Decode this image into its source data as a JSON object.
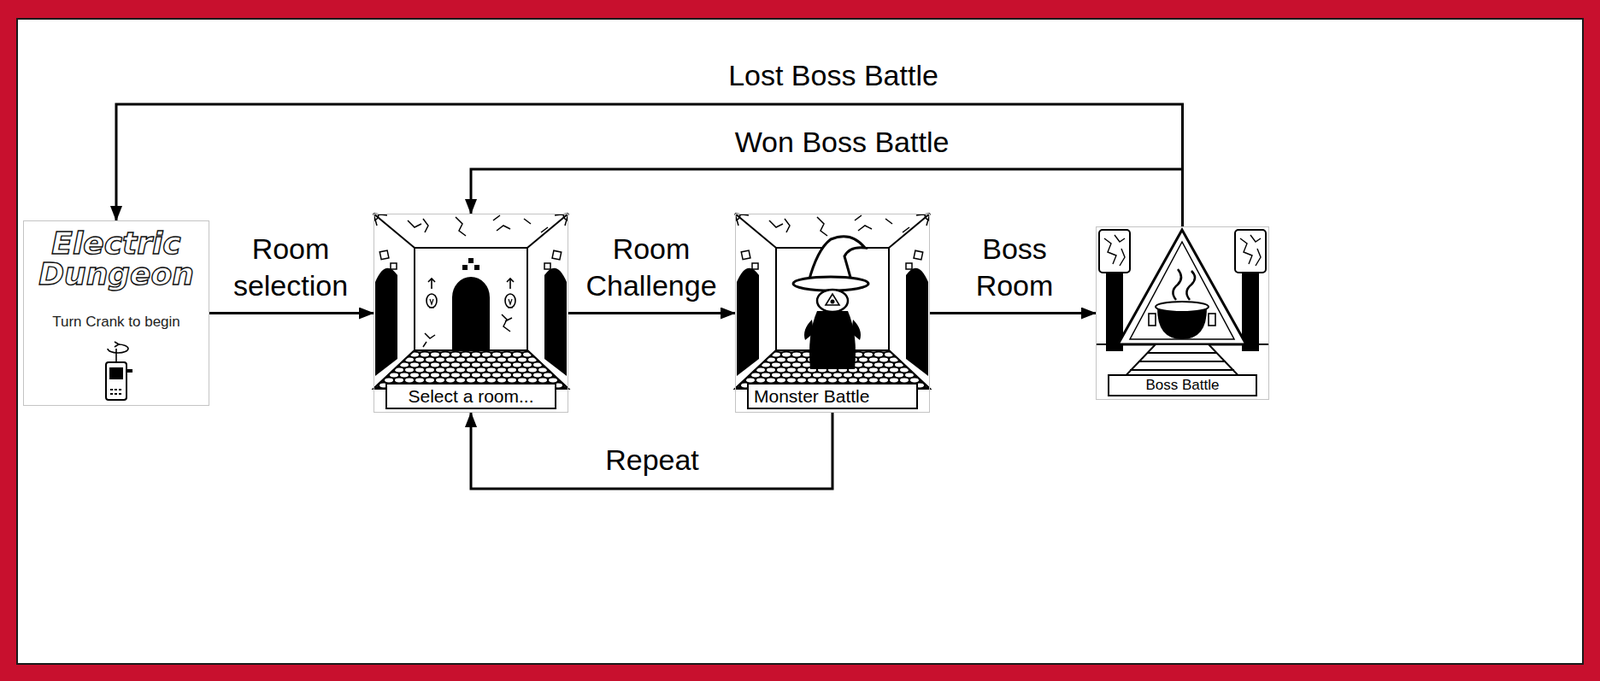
{
  "diagram": {
    "nodes": [
      {
        "text": [
          "Electric Dungeon",
          "Turn Crank to begin"
        ]
      },
      {
        "text": [
          "Select a room..."
        ]
      },
      {
        "text": [
          "Monster Battle"
        ]
      },
      {
        "text": [
          "Boss Battle"
        ]
      }
    ],
    "edges": [
      {
        "from": 0,
        "to": 1,
        "arrow": "to",
        "label": "Room selection"
      },
      {
        "from": 1,
        "to": 2,
        "arrow": "to",
        "label": "Room Challenge"
      },
      {
        "from": 2,
        "to": 3,
        "arrow": "to",
        "label": "Boss Room"
      },
      {
        "from": 2,
        "to": 1,
        "arrow": "to",
        "label": "Repeat"
      },
      {
        "from": 3,
        "to": 1,
        "arrow": "to",
        "label": "Won Boss Battle"
      },
      {
        "from": 3,
        "to": 0,
        "arrow": "to",
        "label": "Lost Boss Battle"
      }
    ]
  }
}
